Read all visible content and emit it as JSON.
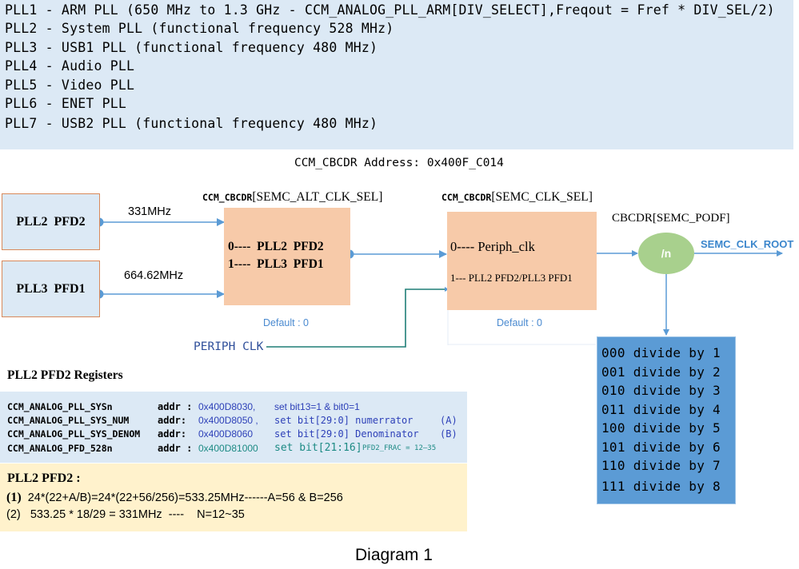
{
  "pll_list": [
    "PLL1 - ARM PLL (650 MHz to 1.3 GHz - CCM_ANALOG_PLL_ARM[DIV_SELECT],Freqout = Fref * DIV_SEL/2)",
    "PLL2 - System PLL (functional frequency 528 MHz)",
    "PLL3 - USB1 PLL (functional frequency 480 MHz)",
    "PLL4 - Audio PLL",
    "PLL5 - Video PLL",
    "PLL6 - ENET PLL",
    "PLL7 - USB2 PLL (functional frequency 480 MHz)"
  ],
  "diagram": {
    "address_title": "CCM_CBCDR Address: 0x400F_C014",
    "sources": [
      {
        "label": "PLL2  PFD2",
        "freq": "331MHz"
      },
      {
        "label": "PLL3  PFD1",
        "freq": "664.62MHz"
      }
    ],
    "alt_mux": {
      "reg": "CCM_CBCDR",
      "field": "[SEMC_ALT_CLK_SEL]",
      "options": [
        "0----  PLL2  PFD2",
        "1----  PLL3  PFD1"
      ],
      "default": "Default : 0"
    },
    "clk_mux": {
      "reg": "CCM_CBCDR",
      "field": "[SEMC_CLK_SEL]",
      "options": [
        "0---- Periph_clk",
        "1--- PLL2 PFD2/PLL3 PFD1"
      ],
      "default": "Default : 0"
    },
    "periph_clk": "PERIPH CLK",
    "divider": {
      "label": "CBCDR[SEMC_PODF]",
      "symbol": "/n",
      "output": "SEMC_CLK_ROOT"
    },
    "divide_table": [
      "000 divide by 1",
      "001 divide by 2",
      "010 divide by 3",
      "011 divide by 4",
      "100 divide by 5",
      "101 divide by 6",
      "110 divide by 7",
      "111 divide by 8"
    ]
  },
  "registers": {
    "title": "PLL2 PFD2 Registers",
    "rows": [
      {
        "name": "CCM_ANALOG_PLL_SYSn",
        "addr_label": "addr :",
        "addr": "0x400D8030,",
        "desc": "set bit13=1 & bit0=1",
        "tag": "",
        "color": "#2d40b8"
      },
      {
        "name": "CCM_ANALOG_PLL_SYS_NUM",
        "addr_label": "addr:",
        "addr": "0x400D8050 ,",
        "desc": "set bit[29:0] numerrator",
        "tag": "(A)",
        "color": "#2d40b8"
      },
      {
        "name": "CCM_ANALOG_PLL_SYS_DENOM",
        "addr_label": "addr:",
        "addr": "0x400D8060",
        "desc": "set bit[29:0] Denominator",
        "tag": "(B)",
        "color": "#2d40b8"
      },
      {
        "name": "CCM_ANALOG_PFD_528n",
        "addr_label": "addr :",
        "addr": "0x400D81000",
        "desc": "set bit[21:16]",
        "note": "PFD2_FRAC = 12—35",
        "tag": "",
        "color": "#1c8a84"
      }
    ]
  },
  "calculation": {
    "title": "PLL2 PFD2 :",
    "lines": [
      {
        "num": "(1)",
        "text": "24*(22+A/B)=24*(22+56/256)=533.25MHz------A=56 & B=256"
      },
      {
        "num": "(2)",
        "text": "533.25 * 18/29 = 331MHz  ----    N=12~35"
      }
    ]
  },
  "caption": "Diagram 1",
  "colors": {
    "panel_blue": "#dce9f5",
    "mux_orange": "#f7caa9",
    "divider_green": "#a8d08d",
    "table_blue": "#5b9bd5",
    "calc_yellow": "#fff2cc",
    "wire_blue": "#5b9bd5",
    "wire_teal": "#1f7f77"
  }
}
